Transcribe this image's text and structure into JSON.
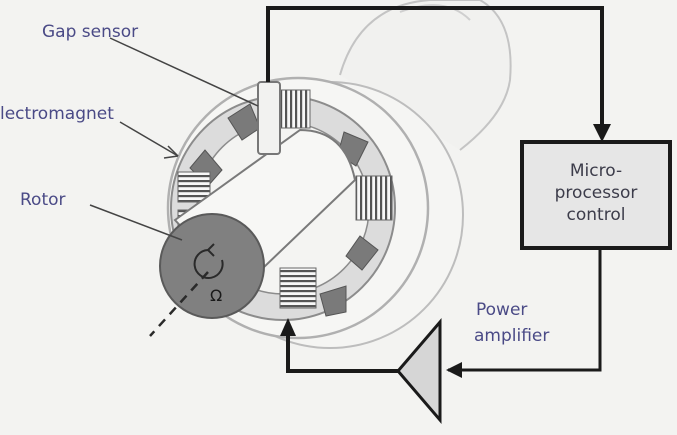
{
  "labels": {
    "gap_sensor": "Gap sensor",
    "electromagnet": "lectromagnet",
    "rotor": "Rotor",
    "power_amplifier_line1": "Power",
    "power_amplifier_line2": "amplifier",
    "controller_line1": "Micro-",
    "controller_line2": "processor",
    "controller_line3": "control",
    "omega_symbol": "Ω"
  },
  "colors": {
    "wire": "#1a1a1a",
    "rotor_fill": "#808080",
    "label_text": "#4a4a86",
    "controller_fill": "#e6e6e6"
  }
}
